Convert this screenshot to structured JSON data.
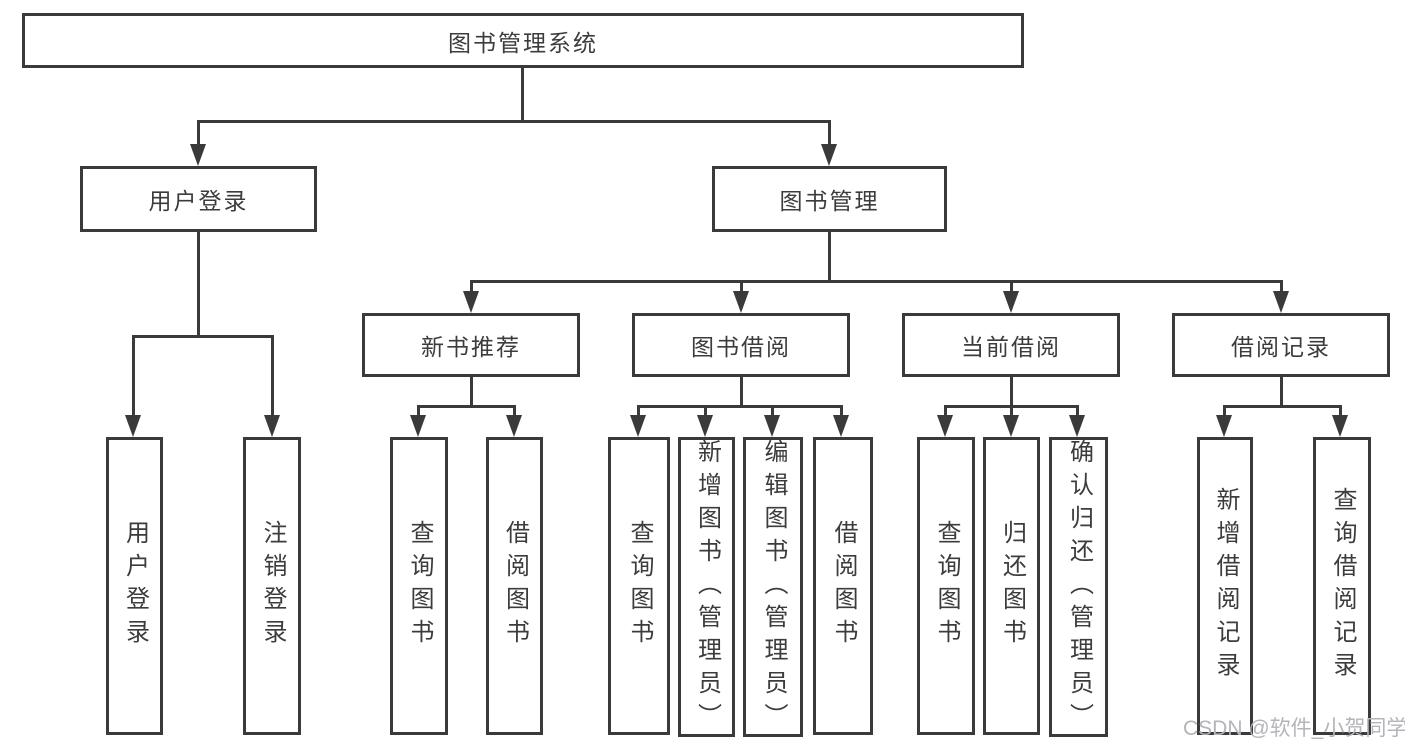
{
  "watermark": "CSDN @软件_小贺同学",
  "colors": {
    "line": "#3a3a3a",
    "text": "#3c3c3c",
    "background": "#ffffff",
    "watermark": "#b4b4ba"
  },
  "tree": {
    "root": {
      "label": "图书管理系统"
    },
    "branches": [
      {
        "label": "用户登录",
        "leaves": [
          "用户登录",
          "注销登录"
        ]
      },
      {
        "label": "图书管理",
        "groups": [
          {
            "label": "新书推荐",
            "leaves": [
              "查询图书",
              "借阅图书"
            ]
          },
          {
            "label": "图书借阅",
            "leaves": [
              "查询图书",
              "新增图书（管理员）",
              "编辑图书（管理员）",
              "借阅图书"
            ]
          },
          {
            "label": "当前借阅",
            "leaves": [
              "查询图书",
              "归还图书",
              "确认归还（管理员）"
            ]
          },
          {
            "label": "借阅记录",
            "leaves": [
              "新增借阅记录",
              "查询借阅记录"
            ]
          }
        ]
      }
    ]
  }
}
